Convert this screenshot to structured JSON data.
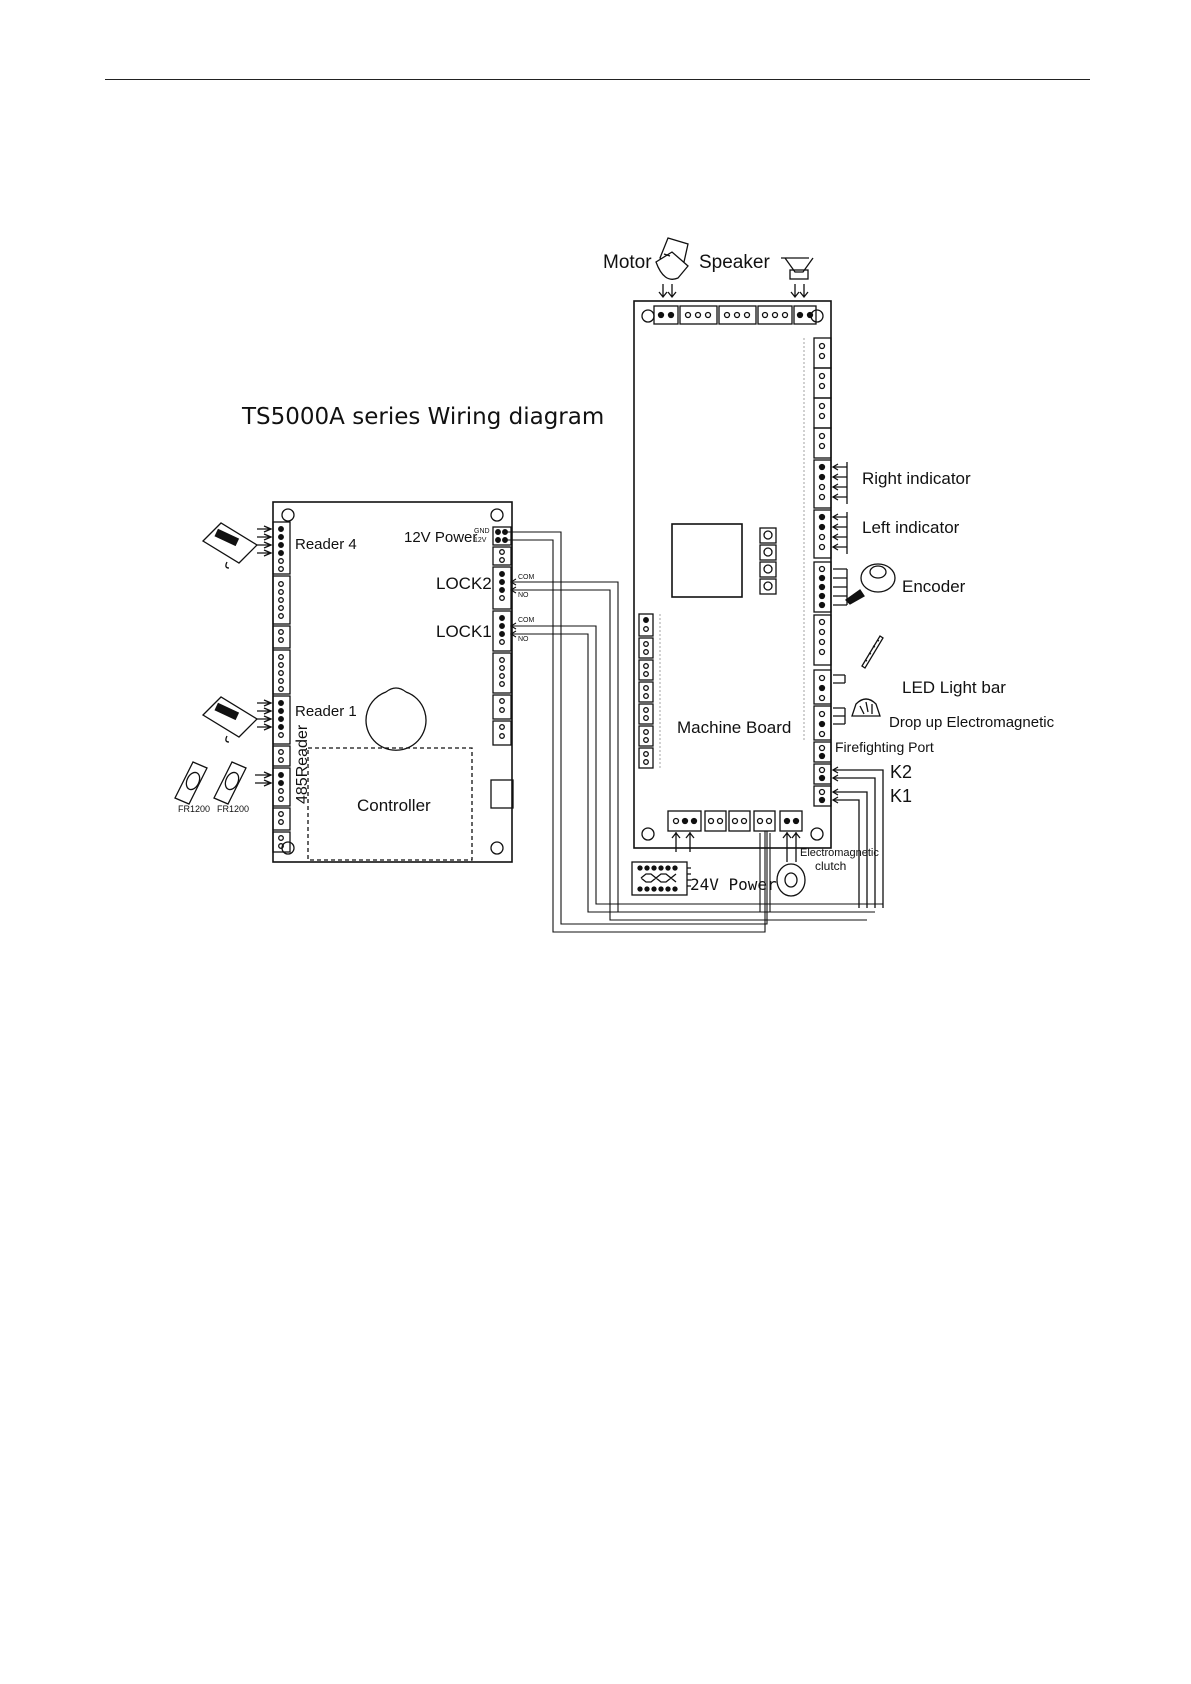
{
  "diagram": {
    "title": "TS5000A series Wiring diagram",
    "labels": {
      "motor": "Motor",
      "speaker": "Speaker",
      "right_indicator": "Right indicator",
      "left_indicator": "Left indicator",
      "encoder": "Encoder",
      "led_light_bar": "LED Light bar",
      "drop_up": "Drop up Electromagnetic",
      "firefighting": "Firefighting Port",
      "k2": "K2",
      "k1": "K1",
      "machine_board": "Machine Board",
      "power_24v": "24V Power",
      "em_clutch_1": "Electromagnetic",
      "em_clutch_2": "clutch",
      "reader4": "Reader 4",
      "reader1": "Reader 1",
      "reader485": "485Reader",
      "controller": "Controller",
      "power_12v": "12V Power",
      "lock2": "LOCK2",
      "lock1": "LOCK1",
      "com": "COM",
      "no": "NO",
      "gnd": "GND",
      "v12": "12V",
      "fr1200": "FR1200"
    }
  }
}
